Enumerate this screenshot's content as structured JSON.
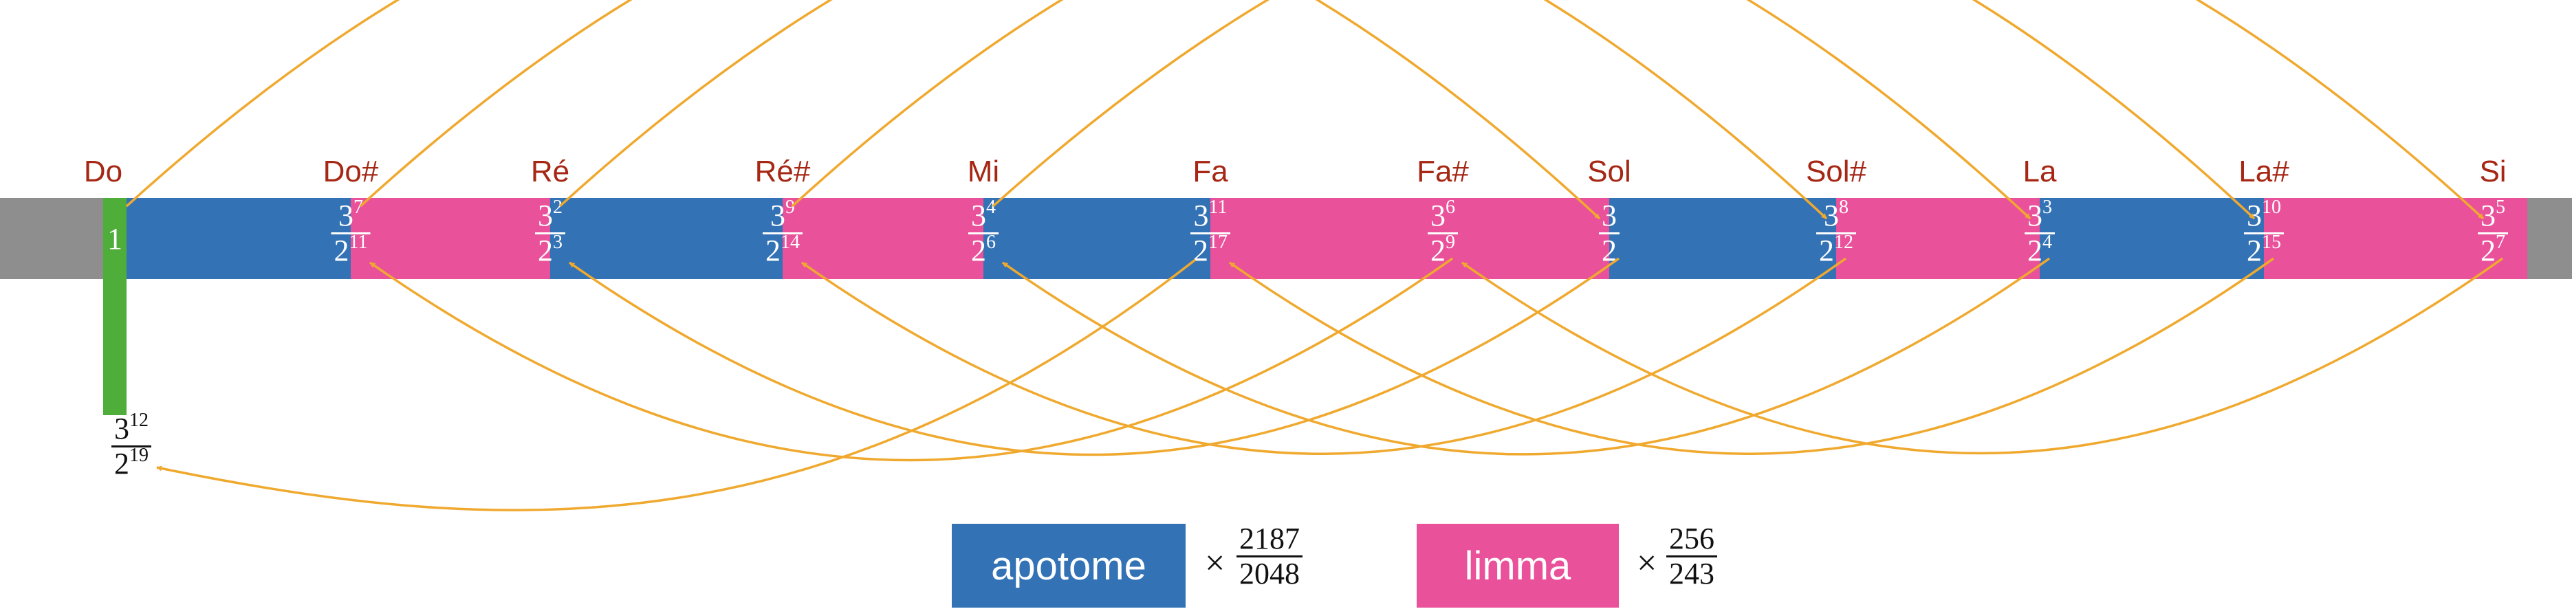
{
  "colors": {
    "apotome": "#3272b5",
    "limma": "#e9519a",
    "base": "#8e8e8e",
    "comma": "#4fad3a",
    "arrow": "#f0a92f",
    "note_label": "#a52714"
  },
  "notes": [
    {
      "name": "Do",
      "num_base": "",
      "num_exp": "",
      "den_base": "",
      "den_exp": "",
      "value": "1"
    },
    {
      "name": "Do#",
      "num_base": "3",
      "num_exp": "7",
      "den_base": "2",
      "den_exp": "11"
    },
    {
      "name": "Ré",
      "num_base": "3",
      "num_exp": "2",
      "den_base": "2",
      "den_exp": "3"
    },
    {
      "name": "Ré#",
      "num_base": "3",
      "num_exp": "9",
      "den_base": "2",
      "den_exp": "14"
    },
    {
      "name": "Mi",
      "num_base": "3",
      "num_exp": "4",
      "den_base": "2",
      "den_exp": "6"
    },
    {
      "name": "Fa",
      "num_base": "3",
      "num_exp": "11",
      "den_base": "2",
      "den_exp": "17"
    },
    {
      "name": "Fa#",
      "num_base": "3",
      "num_exp": "6",
      "den_base": "2",
      "den_exp": "9"
    },
    {
      "name": "Sol",
      "num_base": "3",
      "num_exp": "",
      "den_base": "2",
      "den_exp": ""
    },
    {
      "name": "Sol#",
      "num_base": "3",
      "num_exp": "8",
      "den_base": "2",
      "den_exp": "12"
    },
    {
      "name": "La",
      "num_base": "3",
      "num_exp": "3",
      "den_base": "2",
      "den_exp": "4"
    },
    {
      "name": "La#",
      "num_base": "3",
      "num_exp": "10",
      "den_base": "2",
      "den_exp": "15"
    },
    {
      "name": "Si",
      "num_base": "3",
      "num_exp": "5",
      "den_base": "2",
      "den_exp": "7"
    }
  ],
  "comma_fraction": {
    "num_base": "3",
    "num_exp": "12",
    "den_base": "2",
    "den_exp": "19"
  },
  "segments": [
    "apotome",
    "limma",
    "apotome",
    "limma",
    "apotome",
    "limma",
    "limma",
    "apotome",
    "limma",
    "apotome",
    "limma",
    "limma"
  ],
  "fifths_order": [
    "Do",
    "Sol",
    "Ré",
    "La",
    "Mi",
    "Si",
    "Fa#",
    "Do#",
    "Sol#",
    "Ré#",
    "La#",
    "Fa",
    "Do'"
  ],
  "legend": {
    "apotome": {
      "label": "apotome",
      "times": "×",
      "num": "2187",
      "den": "2048"
    },
    "limma": {
      "label": "limma",
      "times": "×",
      "num": "256",
      "den": "243"
    }
  }
}
